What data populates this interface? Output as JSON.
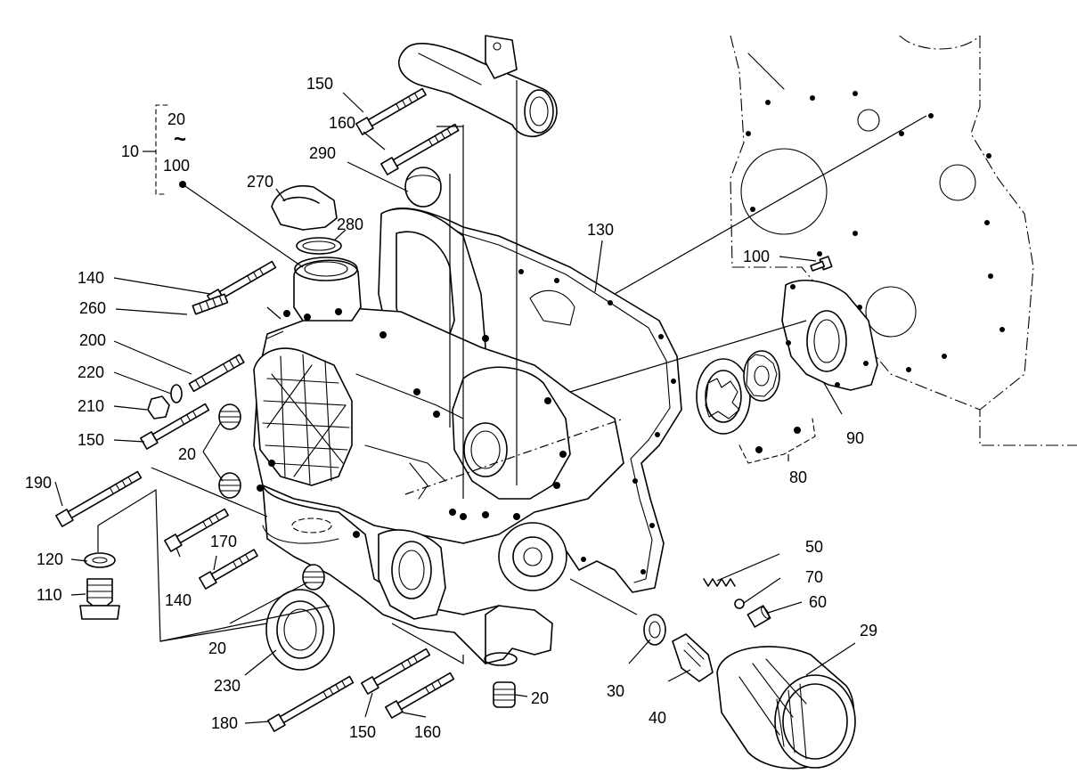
{
  "callouts": {
    "c10": "10",
    "c20_range": "20",
    "c_tilde": "~",
    "c100_range": "100",
    "c150_top": "150",
    "c160_top": "160",
    "c290": "290",
    "c270": "270",
    "c280": "280",
    "c130": "130",
    "c100": "100",
    "c140_top": "140",
    "c260": "260",
    "c200": "200",
    "c220": "220",
    "c210": "210",
    "c150_left": "150",
    "c20_left": "20",
    "c190": "190",
    "c120": "120",
    "c110": "110",
    "c140_bottom": "140",
    "c170": "170",
    "c20_bottom_left": "20",
    "c230": "230",
    "c180": "180",
    "c150_bottom": "150",
    "c160_bottom": "160",
    "c20_bottom": "20",
    "c30": "30",
    "c40": "40",
    "c29": "29",
    "c50": "50",
    "c70": "70",
    "c60": "60",
    "c80": "80",
    "c90": "90"
  }
}
